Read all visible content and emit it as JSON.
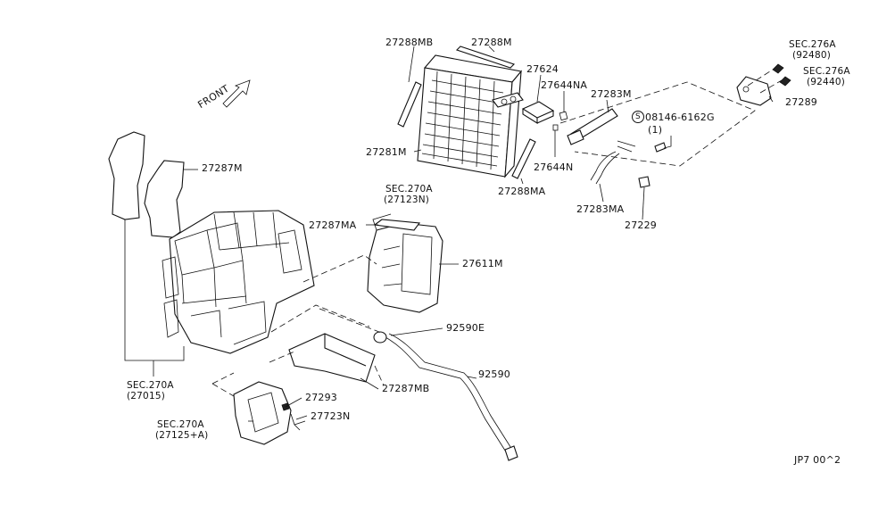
{
  "front_label": "FRONT",
  "labels": {
    "l27288MB": "27288MB",
    "l27288M": "27288M",
    "l27624": "27624",
    "l27644NA": "27644NA",
    "l27283M": "27283M",
    "l27281M": "27281M",
    "l27644N": "27644N",
    "l27288MA": "27288MA",
    "l27283MA": "27283MA",
    "l27229": "27229",
    "l27287M": "27287M",
    "l27287MA": "27287MA",
    "l27611M": "27611M",
    "l92590E": "92590E",
    "l92590": "92590",
    "l27287MB": "27287MB",
    "l27293": "27293",
    "l27723N": "27723N",
    "l27289": "27289",
    "bolt_code": "08146-6162G",
    "bolt_qty": "(1)",
    "bolt_symbol": "S"
  },
  "sections": {
    "sec276a_1": "SEC.276A",
    "sec276a_1_sub": "(92480)",
    "sec276a_2": "SEC.276A",
    "sec276a_2_sub": "(92440)",
    "sec270a_top": "SEC.270A",
    "sec270a_top_sub": "(27123N)",
    "sec270a_main": "SEC.270A",
    "sec270a_main_sub": "(27015)",
    "sec270a_bottom": "SEC.270A",
    "sec270a_bottom_sub": "(27125+A)"
  },
  "diagram_code": "JP7 00^2"
}
